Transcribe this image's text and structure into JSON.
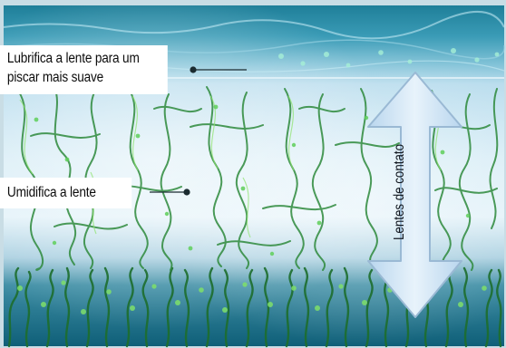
{
  "callouts": {
    "lubricate": {
      "line1": "Lubrifica a lente para um",
      "line2": "piscar mais suave"
    },
    "moisten": {
      "text": "Umidifica a lente"
    }
  },
  "arrow_label": "Lentes de contato",
  "colors": {
    "water_top": "#2f8fa8",
    "water_mid": "#a8d6e8",
    "lens_band": "#d7ecf5",
    "fibers": "#2e8a3c",
    "fiber_highlight": "#7fe06a",
    "arrow_fill": "#d6e9f7",
    "arrow_stroke": "#a6c3dc",
    "callout_bg": "#ffffff",
    "frame": "#c9dde5"
  }
}
